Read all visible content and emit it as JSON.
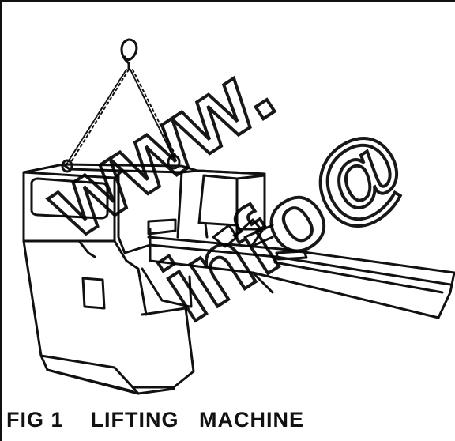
{
  "caption": {
    "figure_number": "FIG 1",
    "title": "LIFTING   MACHINE"
  },
  "watermark": {
    "line1": "www.",
    "line2": "info@"
  },
  "colors": {
    "ink": "#111111",
    "watermark": "#000000",
    "paper": "#ffffff"
  }
}
